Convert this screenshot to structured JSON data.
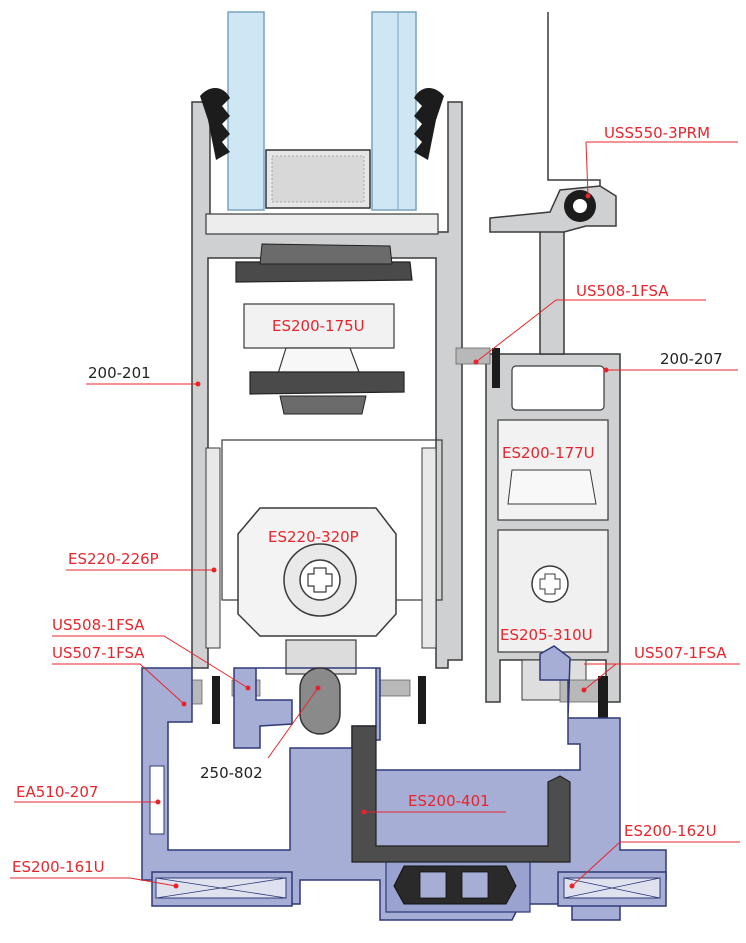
{
  "colors": {
    "alu": "#cfd0d2",
    "alu_stroke": "#3a3a3a",
    "frame": "#a6aed6",
    "glass": "#cfe6f4",
    "gasket": "#1c1c1c",
    "polyamide": "#4a4a4a",
    "leader_red": "#e8242b",
    "leader_dark": "#222222"
  },
  "labels": [
    {
      "id": "uss550-3prm",
      "text": "USS550-3PRM",
      "color": "red"
    },
    {
      "id": "us508-1fsa-right",
      "text": "US508-1FSA",
      "color": "red"
    },
    {
      "id": "es200-175u",
      "text": "ES200-175U",
      "color": "red"
    },
    {
      "id": "200-201",
      "text": "200-201",
      "color": "dark"
    },
    {
      "id": "200-207",
      "text": "200-207",
      "color": "dark"
    },
    {
      "id": "es200-177u",
      "text": "ES200-177U",
      "color": "red"
    },
    {
      "id": "es220-320p",
      "text": "ES220-320P",
      "color": "red"
    },
    {
      "id": "es220-226p",
      "text": "ES220-226P",
      "color": "red"
    },
    {
      "id": "us508-1fsa-left",
      "text": "US508-1FSA",
      "color": "red"
    },
    {
      "id": "us507-1fsa-left",
      "text": "US507-1FSA",
      "color": "red"
    },
    {
      "id": "es205-310u",
      "text": "ES205-310U",
      "color": "red"
    },
    {
      "id": "us507-1fsa-right",
      "text": "US507-1FSA",
      "color": "red"
    },
    {
      "id": "250-802",
      "text": "250-802",
      "color": "dark"
    },
    {
      "id": "ea510-207",
      "text": "EA510-207",
      "color": "red"
    },
    {
      "id": "es200-401",
      "text": "ES200-401",
      "color": "red"
    },
    {
      "id": "es200-162u",
      "text": "ES200-162U",
      "color": "red"
    },
    {
      "id": "es200-161u",
      "text": "ES200-161U",
      "color": "red"
    }
  ]
}
